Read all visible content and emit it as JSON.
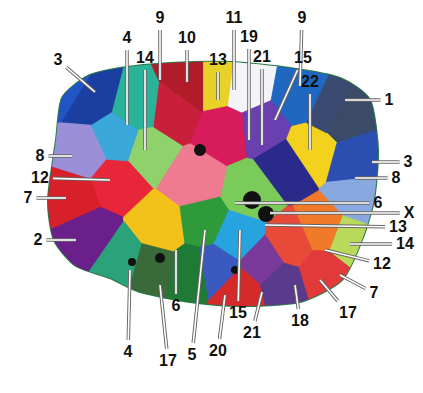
{
  "diagram": {
    "labels": [
      "9",
      "10",
      "11",
      "19",
      "9",
      "4",
      "14",
      "13",
      "21",
      "15",
      "22",
      "3",
      "1",
      "8",
      "3",
      "12",
      "8",
      "7",
      "6",
      "X",
      "2",
      "13",
      "14",
      "12",
      "7",
      "17",
      "15",
      "6",
      "18",
      "21",
      "4",
      "17",
      "5",
      "20"
    ]
  }
}
